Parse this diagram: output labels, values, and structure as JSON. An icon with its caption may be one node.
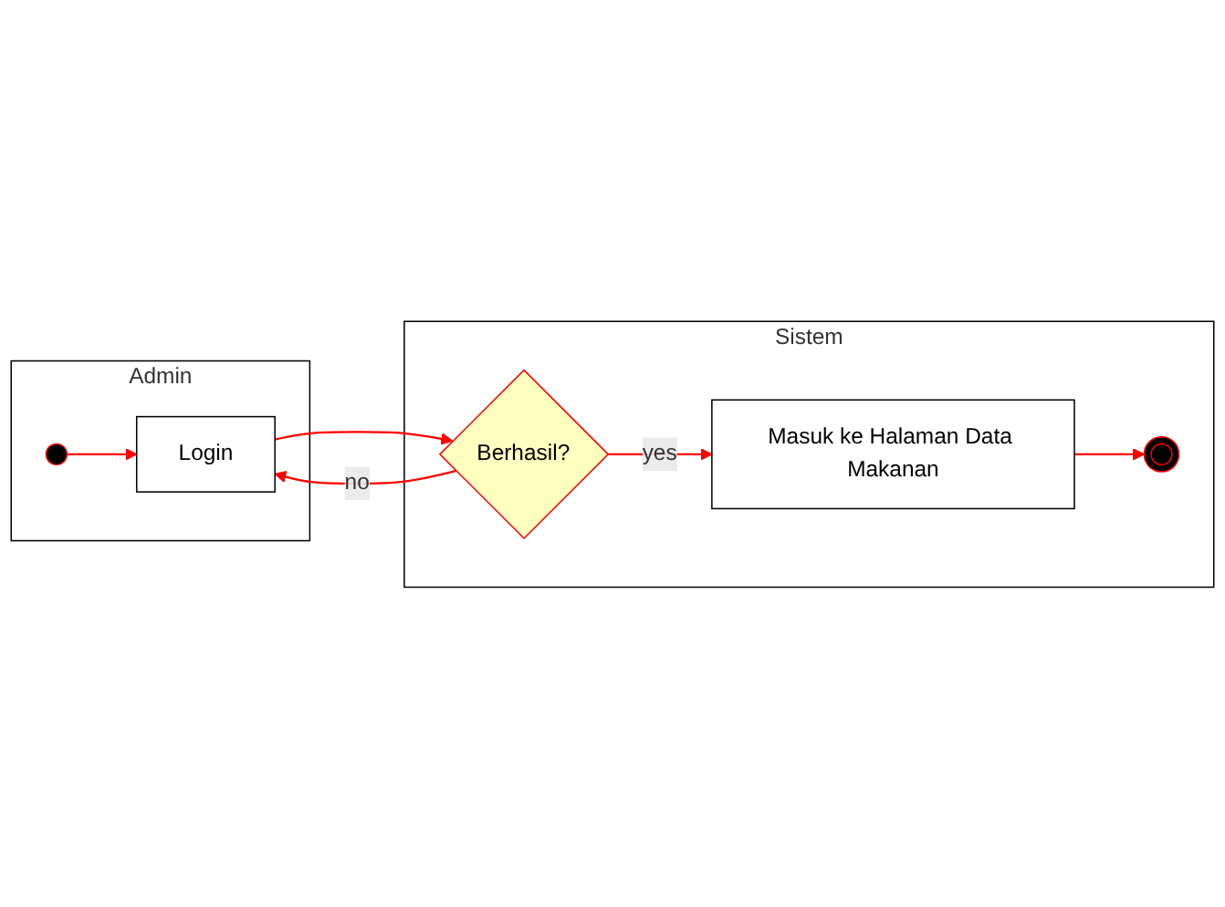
{
  "diagram": {
    "nodes": [
      {
        "text": [
          "Admin"
        ]
      },
      {
        "text": [
          "Sistem"
        ]
      },
      {
        "text": [],
        "shape": "circle",
        "in": 0
      },
      {
        "text": [
          "Login"
        ],
        "in": 0
      },
      {
        "text": [
          "Berhasil?"
        ],
        "in": 1
      },
      {
        "text": [
          "Masuk ke Halaman Data Makanan"
        ],
        "in": 1
      },
      {
        "text": [],
        "shape": "bullseye",
        "in": 1
      }
    ],
    "edges": [
      {
        "from": 2,
        "to": 3,
        "arrow": "to"
      },
      {
        "from": 3,
        "to": 4,
        "arrow": "to"
      },
      {
        "from": 4,
        "to": 3,
        "label": "no",
        "arrow": "to"
      },
      {
        "from": 4,
        "to": 5,
        "label": "yes",
        "arrow": "to"
      },
      {
        "from": 5,
        "to": 6,
        "arrow": "to"
      }
    ]
  }
}
